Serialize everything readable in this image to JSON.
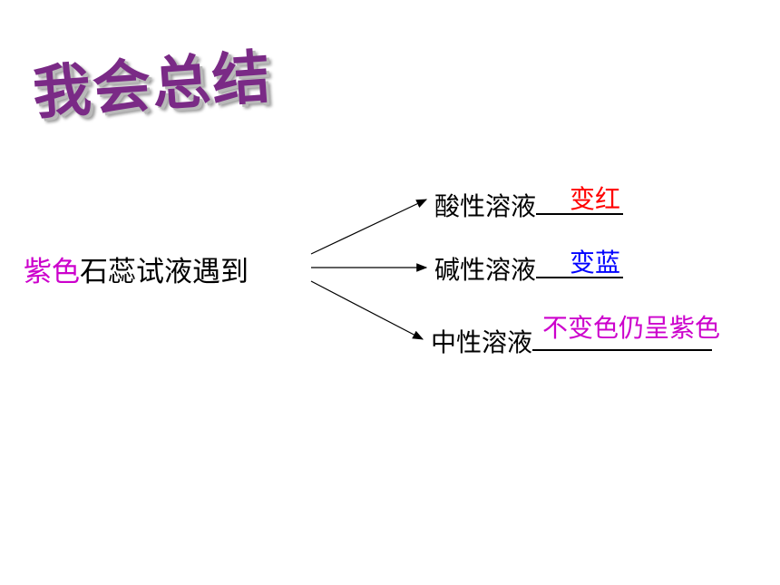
{
  "title": "我会总结",
  "subject": {
    "highlight": "紫色",
    "rest": "石蕊试液遇到"
  },
  "branches": [
    {
      "label": "酸性溶液",
      "answer": "变红",
      "answer_color": "#ff0000"
    },
    {
      "label": "碱性溶液",
      "answer": "变蓝",
      "answer_color": "#0000ff"
    },
    {
      "label": "中性溶液",
      "answer": "不变色仍呈紫色",
      "answer_color": "#cc00cc"
    }
  ]
}
